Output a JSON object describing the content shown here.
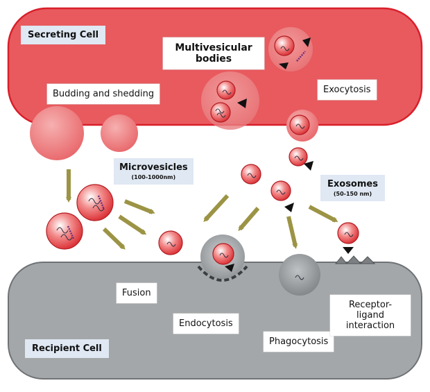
{
  "regions": {
    "secreting_cell": "Secreting Cell",
    "recipient_cell": "Recipient Cell"
  },
  "vesicle_types": {
    "multivesicular_bodies": "Multivesicular bodies",
    "microvesicles": "Microvesicles",
    "microvesicles_size": "(100-1000nm)",
    "exosomes": "Exosomes",
    "exosomes_size": "(50-150 nm)"
  },
  "processes": {
    "budding": "Budding and shedding",
    "exocytosis": "Exocytosis",
    "fusion": "Fusion",
    "endocytosis": "Endocytosis",
    "phagocytosis": "Phagocytosis",
    "receptor_ligand": "Receptor-ligand interaction"
  },
  "colors": {
    "secreting_fill": "#e85a5e",
    "secreting_stroke": "#d91f2a",
    "vesicle_fill": "#ef5a5a",
    "recipient_fill": "#a4a7a9",
    "recipient_stroke": "#707376",
    "arrow": "#9c9445",
    "tag_fill": "#dfe8f3"
  }
}
